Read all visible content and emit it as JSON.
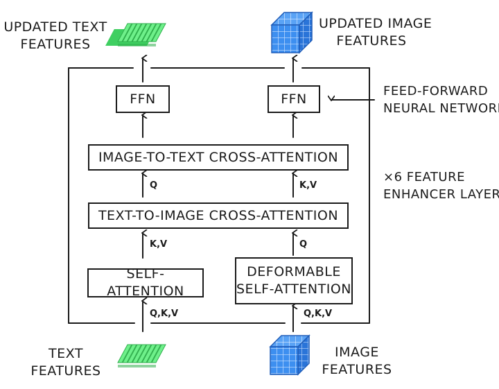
{
  "labels": {
    "updated_text_line1": "UPDATED TEXT",
    "updated_text_line2": "FEATURES",
    "updated_image_line1": "UPDATED IMAGE",
    "updated_image_line2": "FEATURES",
    "text_features_line1": "TEXT",
    "text_features_line2": "FEATURES",
    "image_features_line1": "IMAGE",
    "image_features_line2": "FEATURES",
    "ffn_desc_line1": "FEED-FORWARD",
    "ffn_desc_line2": "NEURAL NETWORK",
    "layer_desc_line1": "×6 FEATURE",
    "layer_desc_line2": "ENHANCER LAYER"
  },
  "boxes": {
    "ffn_left": "FFN",
    "ffn_right": "FFN",
    "image_to_text": "IMAGE-TO-TEXT CROSS-ATTENTION",
    "text_to_image": "TEXT-TO-IMAGE CROSS-ATTENTION",
    "self_attention": "SELF-ATTENTION",
    "deformable_line1": "DEFORMABLE",
    "deformable_line2": "SELF-ATTENTION"
  },
  "arrow_tags": {
    "left_top": "Q",
    "right_top": "K,V",
    "left_mid": "K,V",
    "right_mid": "Q",
    "left_bottom": "Q,K,V",
    "right_bottom": "Q,K,V"
  },
  "colors": {
    "text_feature": "#5fe37a",
    "text_feature_edge": "#2fae4c",
    "image_feature": "#3d8ff0",
    "image_feature_edge": "#1e5cb8",
    "ink": "#1a1a1a"
  },
  "icons": {
    "text_feature_icon": "green-token-stack",
    "image_feature_icon": "blue-voxel-cube"
  }
}
